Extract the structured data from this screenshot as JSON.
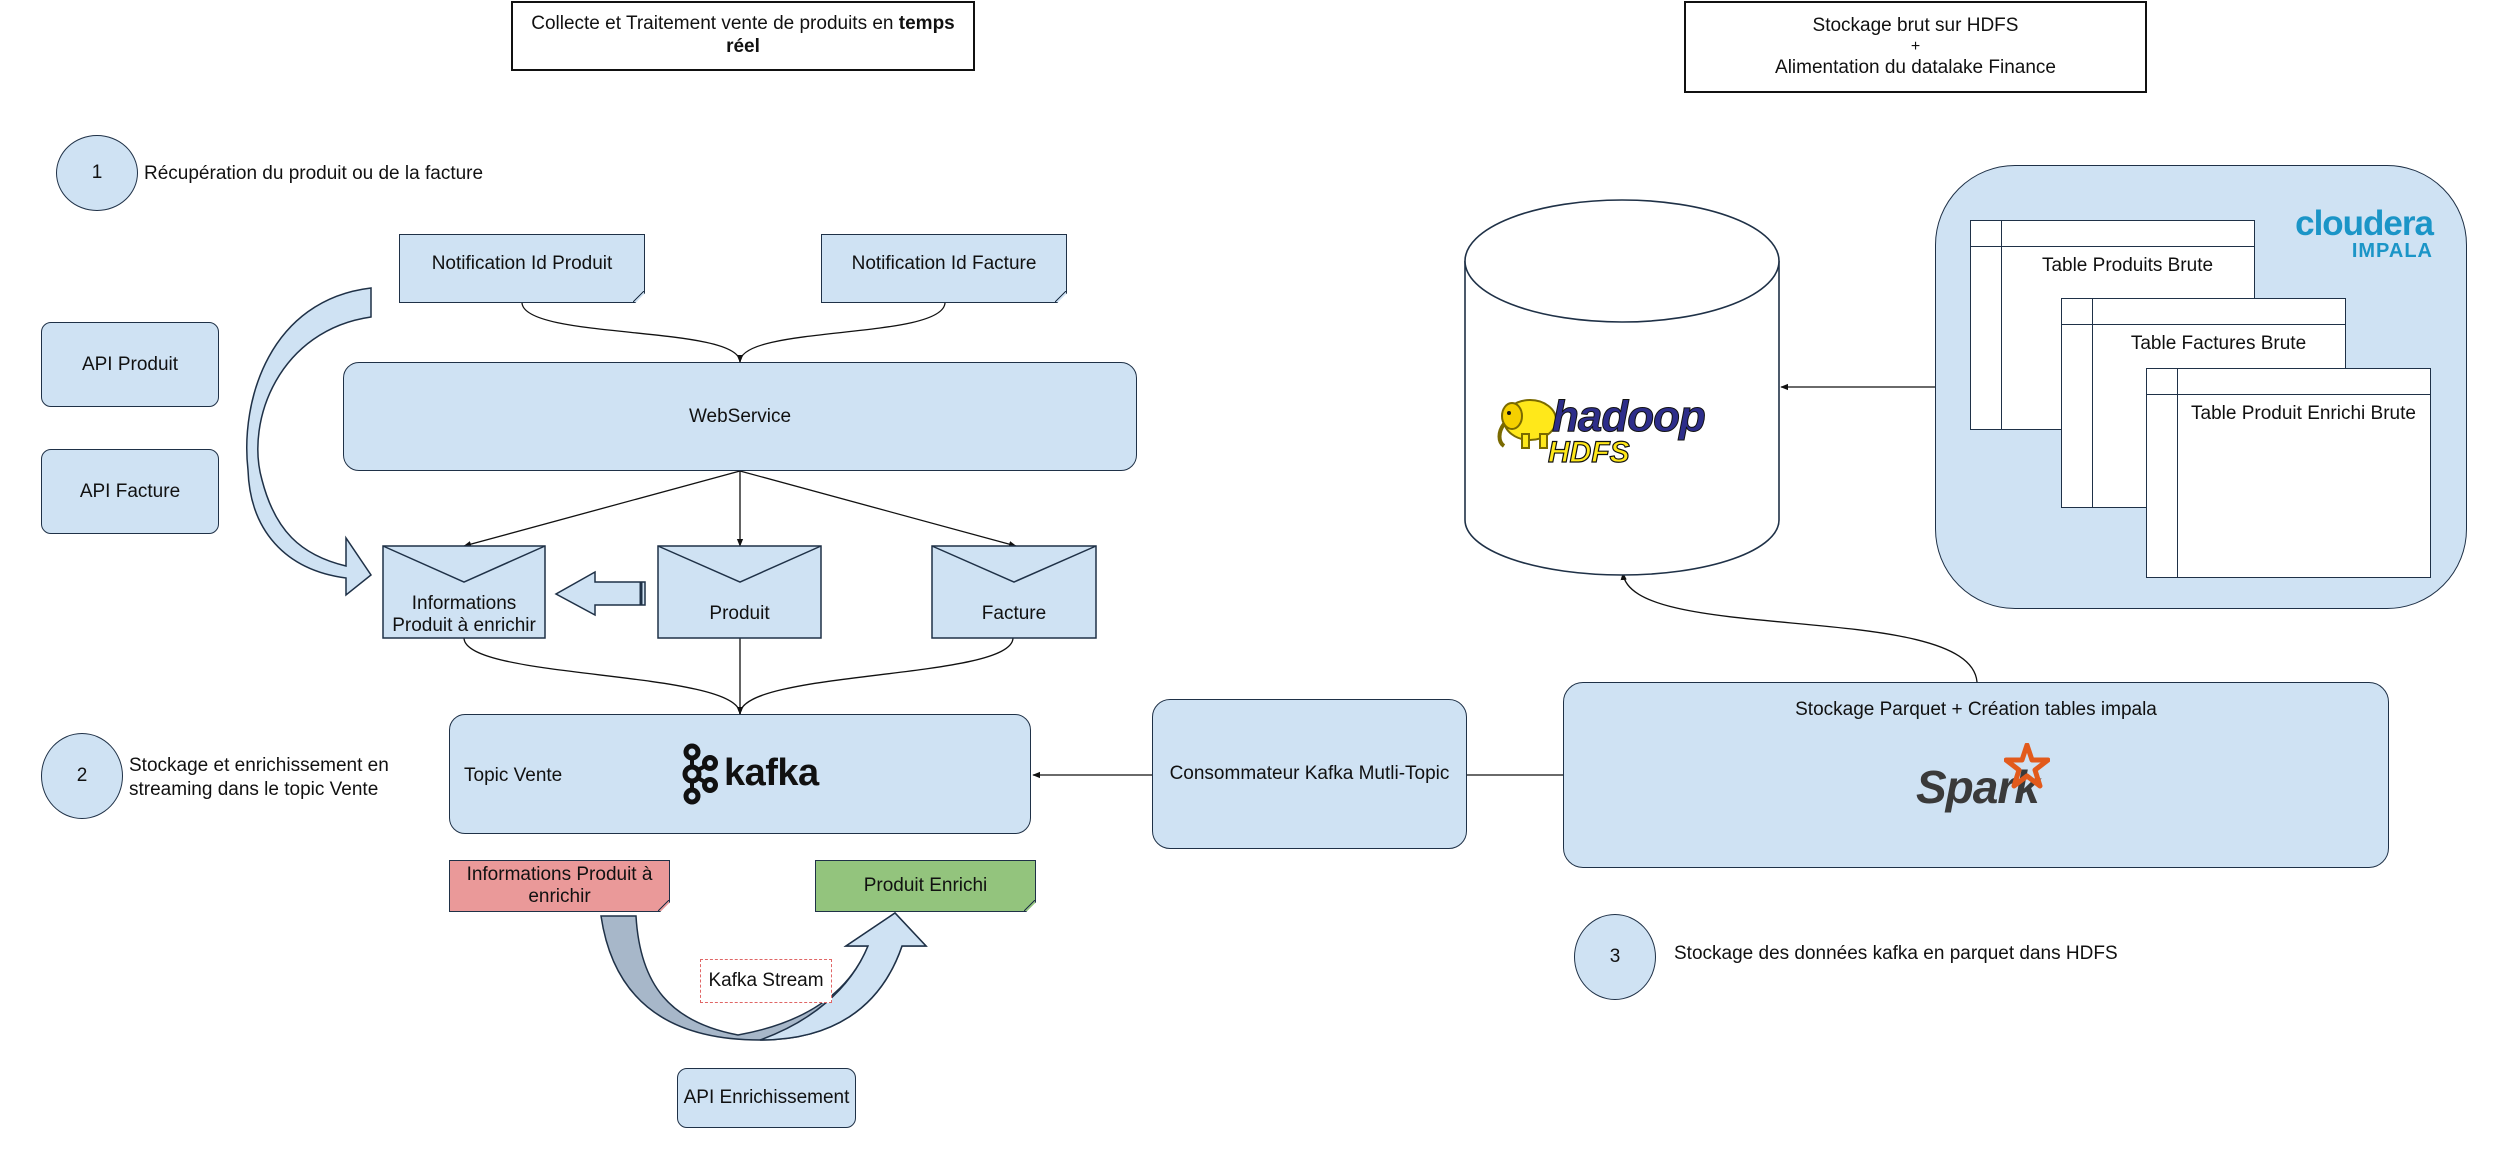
{
  "titles": {
    "left_pre": "Collecte et Traitement vente de produits en ",
    "left_bold": "temps réel",
    "right_line1": "Stockage brut sur HDFS",
    "right_line2": "+",
    "right_line3": "Alimentation du datalake Finance"
  },
  "steps": [
    {
      "number": "1",
      "text": "Récupération du produit ou de la facture"
    },
    {
      "number": "2",
      "text_line1": "Stockage et enrichissement en",
      "text_line2": "streaming dans le topic Vente"
    },
    {
      "number": "3",
      "text": "Stockage des données kafka en parquet dans HDFS"
    }
  ],
  "apis": {
    "produit": "API Produit",
    "facture": "API Facture",
    "enrichissement": "API Enrichissement"
  },
  "notifications": {
    "produit": "Notification Id Produit",
    "facture": "Notification Id Facture"
  },
  "webservice": "WebService",
  "messages": {
    "infos_line1": "Informations",
    "infos_line2": "Produit à enrichir",
    "produit": "Produit",
    "facture": "Facture"
  },
  "topic": {
    "label": "Topic Vente",
    "logo": "kafka"
  },
  "stream": {
    "input_line1": "Informations Produit à",
    "input_line2": "enrichir",
    "output": "Produit Enrichi",
    "label": "Kafka Stream"
  },
  "consumer": "Consommateur Kafka Mutli-Topic",
  "spark_box": {
    "label": "Stockage Parquet + Création tables impala",
    "logo": "Spark"
  },
  "hadoop": {
    "logo_main": "hadoop",
    "logo_sub": "HDFS"
  },
  "cloudera": {
    "logo_main": "cloudera",
    "logo_sub": "IMPALA"
  },
  "tables": [
    "Table Produits Brute",
    "Table Factures Brute",
    "Table Produit Enrichi Brute"
  ],
  "colors": {
    "box_fill": "#cfe2f3",
    "stroke": "#1f3147",
    "red_note": "#ea9999",
    "green_note": "#93c47d",
    "spark_orange": "#e25a1c",
    "cloudera_blue": "#1b95c7",
    "hadoop_yellow": "#ffe81a"
  }
}
